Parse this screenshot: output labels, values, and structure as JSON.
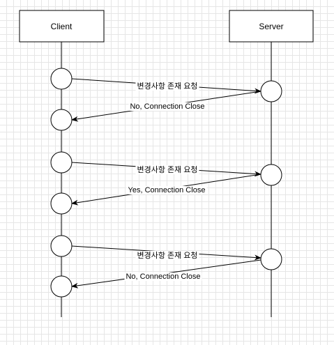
{
  "actors": {
    "client": "Client",
    "server": "Server"
  },
  "messages": [
    {
      "from": "client",
      "to": "server",
      "label": "변경사항 존재 요청"
    },
    {
      "from": "server",
      "to": "client",
      "label": "No, Connection Close"
    },
    {
      "from": "client",
      "to": "server",
      "label": "변경사항 존재 요청"
    },
    {
      "from": "server",
      "to": "client",
      "label": "Yes, Connection Close"
    },
    {
      "from": "client",
      "to": "server",
      "label": "변경사항 존재 요청"
    },
    {
      "from": "server",
      "to": "client",
      "label": "No, Connection Close"
    }
  ]
}
